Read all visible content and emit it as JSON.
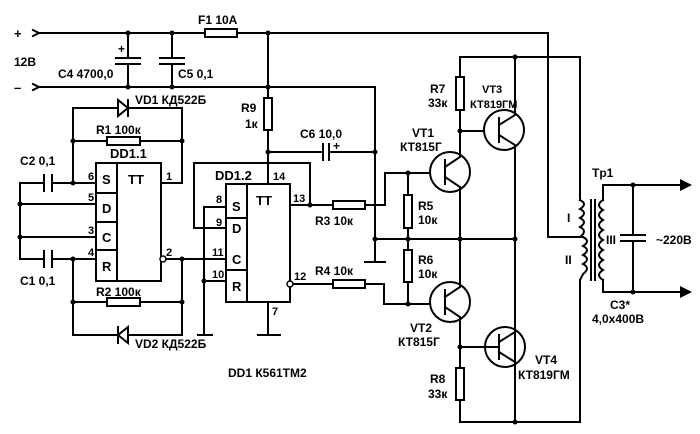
{
  "title": "DD1 К561ТМ2",
  "power": {
    "plus": "+",
    "minus": "–",
    "voltage": "12В"
  },
  "components": {
    "F1": "F1  10A",
    "C4": "C4  4700,0",
    "C5": "C5  0,1",
    "C4_plus": "+",
    "VD1": "VD1  КД522Б",
    "R1": "R1  100к",
    "DD1_1": "DD1.1",
    "C2": "C2  0,1",
    "C1": "C1  0,1",
    "R2": "R2  100к",
    "VD2": "VD2  КД522Б",
    "R9_name": "R9",
    "R9_val": "1к",
    "C6": "C6  10,0",
    "C6_plus": "+",
    "DD1_2": "DD1.2",
    "R3": "R3  10к",
    "R4": "R4  10к",
    "R5_name": "R5",
    "R5_val": "10к",
    "R6_name": "R6",
    "R6_val": "10к",
    "R7_name": "R7",
    "R7_val": "33к",
    "R8_name": "R8",
    "R8_val": "33к",
    "VT1_name": "VT1",
    "VT1_type": "КТ815Г",
    "VT2_name": "VT2",
    "VT2_type": "КТ815Г",
    "VT3_name": "VT3",
    "VT3_type": "КТ819ГМ",
    "VT4_name": "VT4",
    "VT4_type": "КТ819ГМ",
    "Tr1": "Tp1",
    "winding_I": "I",
    "winding_II": "II",
    "winding_III": "III",
    "C3_name": "C3*",
    "C3_val": "4,0x400В",
    "output": "~220В"
  },
  "chip": {
    "trigger_label": "TT",
    "S": "S",
    "D": "D",
    "C": "C",
    "R": "R",
    "dd11_pins": {
      "p6": "6",
      "p5": "5",
      "p3": "3",
      "p4": "4",
      "p1": "1",
      "p2": "2"
    },
    "dd12_pins": {
      "p8": "8",
      "p9": "9",
      "p11": "11",
      "p10": "10",
      "p13": "13",
      "p12": "12",
      "p14": "14",
      "p7": "7"
    }
  }
}
